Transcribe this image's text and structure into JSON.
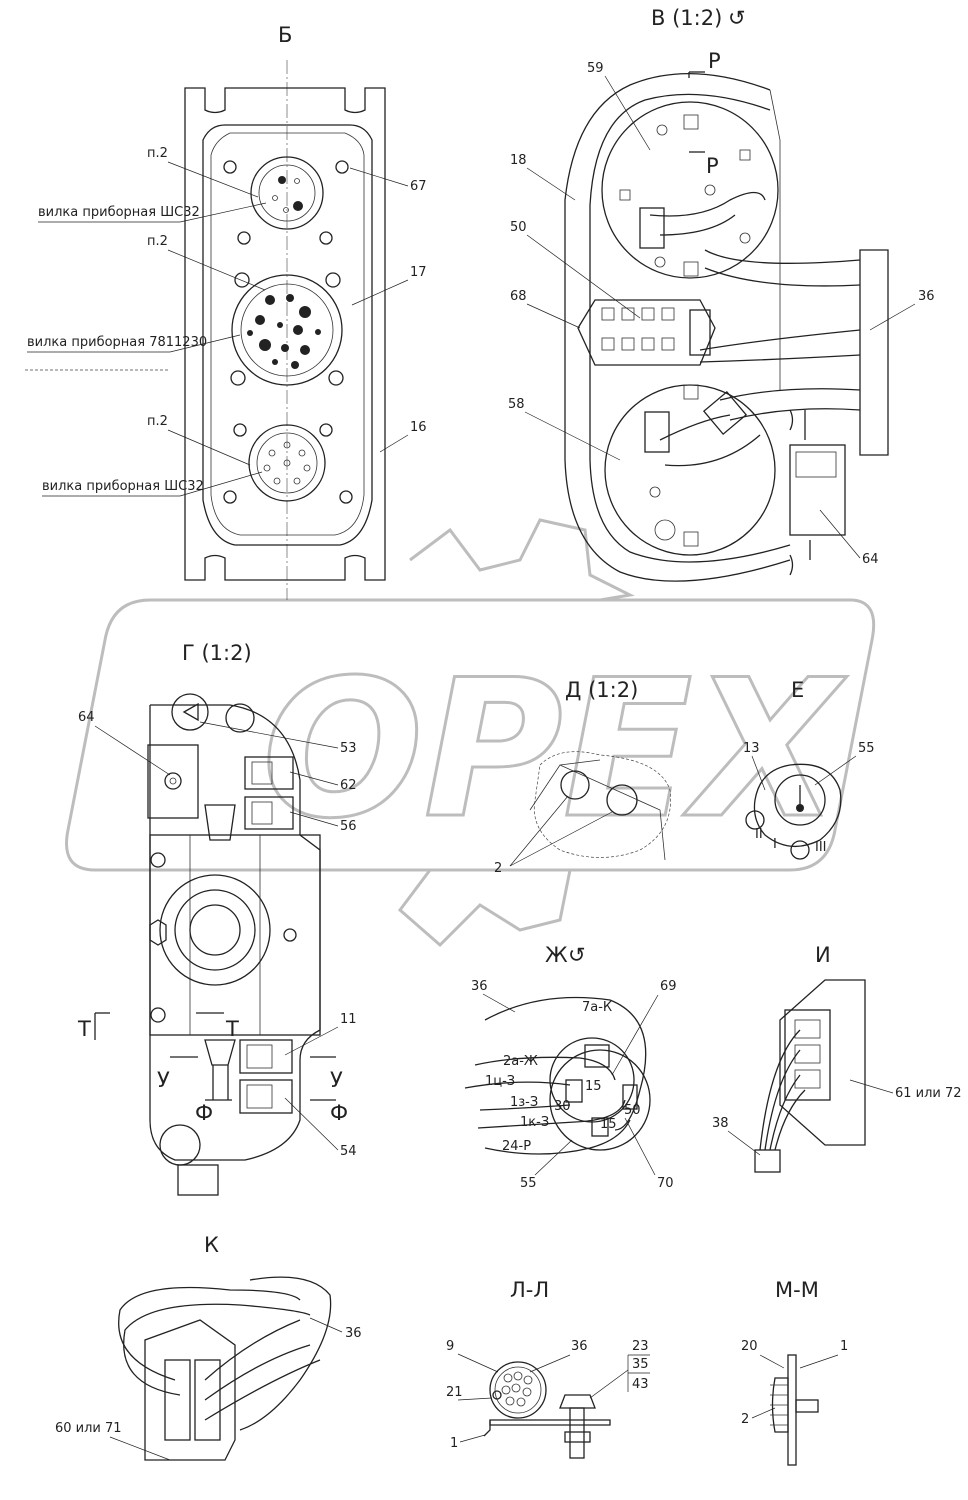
{
  "views": {
    "b": {
      "title": "Б",
      "labels": [
        "п.2",
        "вилка приборная ШС32",
        "п.2",
        "вилка приборная 7811230",
        "п.2",
        "вилка приборная ШС32",
        "67",
        "17",
        "16"
      ]
    },
    "v": {
      "title": "В (1:2)",
      "rot": "↺",
      "section": "Р",
      "labels": [
        "59",
        "18",
        "50",
        "68",
        "58",
        "36",
        "64"
      ]
    },
    "g": {
      "title": "Г (1:2)",
      "labels": [
        "64",
        "53",
        "62",
        "56",
        "11",
        "54"
      ],
      "sections": [
        "Т",
        "Т",
        "У",
        "У",
        "Ф",
        "Ф"
      ]
    },
    "d": {
      "title": "Д (1:2)",
      "labels": [
        "2"
      ]
    },
    "e": {
      "title": "Е",
      "labels": [
        "13",
        "55",
        "I",
        "II",
        "III"
      ]
    },
    "zh": {
      "title": "Ж",
      "rot": "↺",
      "labels": [
        "36",
        "69",
        "55",
        "70"
      ],
      "wires": [
        "7а-К",
        "2а-Ж",
        "1ц-З",
        "1з-З",
        "1к-З",
        "24-Р"
      ],
      "pins": [
        "15",
        "30",
        "50",
        "15"
      ]
    },
    "i": {
      "title": "И",
      "labels": [
        "38",
        "61 или 72"
      ]
    },
    "k": {
      "title": "К",
      "labels": [
        "36",
        "60 или 71"
      ]
    },
    "l": {
      "title": "Л-Л",
      "labels": [
        "9",
        "36",
        "23",
        "35",
        "43",
        "21",
        "1"
      ]
    },
    "m": {
      "title": "М-М",
      "labels": [
        "20",
        "1",
        "2"
      ]
    }
  },
  "watermark": {
    "text": "OPEX"
  }
}
